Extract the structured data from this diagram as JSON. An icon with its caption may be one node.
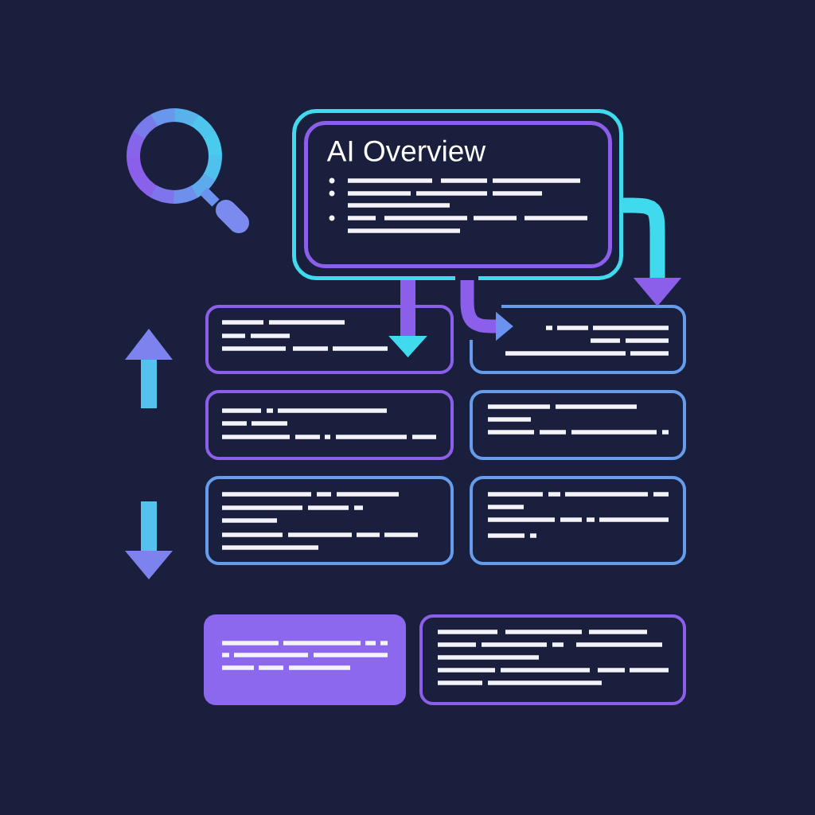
{
  "diagram": {
    "nodes": [
      {
        "text": [],
        "shape": "box"
      },
      {
        "text": [
          "AI Overview"
        ],
        "in": 0
      },
      {
        "text": [],
        "shape": "box"
      },
      {
        "text": [],
        "shape": "box"
      },
      {
        "text": [],
        "shape": "box"
      },
      {
        "text": [],
        "shape": "box"
      },
      {
        "text": [],
        "shape": "box"
      },
      {
        "text": [],
        "shape": "box"
      },
      {
        "text": [],
        "shape": "box"
      },
      {
        "text": [],
        "shape": "box"
      }
    ],
    "edges": [
      {
        "from": 0,
        "to": 2,
        "arrow": "to"
      },
      {
        "from": 0,
        "to": 3,
        "arrow": "to"
      },
      {
        "from": 0,
        "to": 3,
        "arrow": "to",
        "color": "#40daee"
      }
    ]
  }
}
